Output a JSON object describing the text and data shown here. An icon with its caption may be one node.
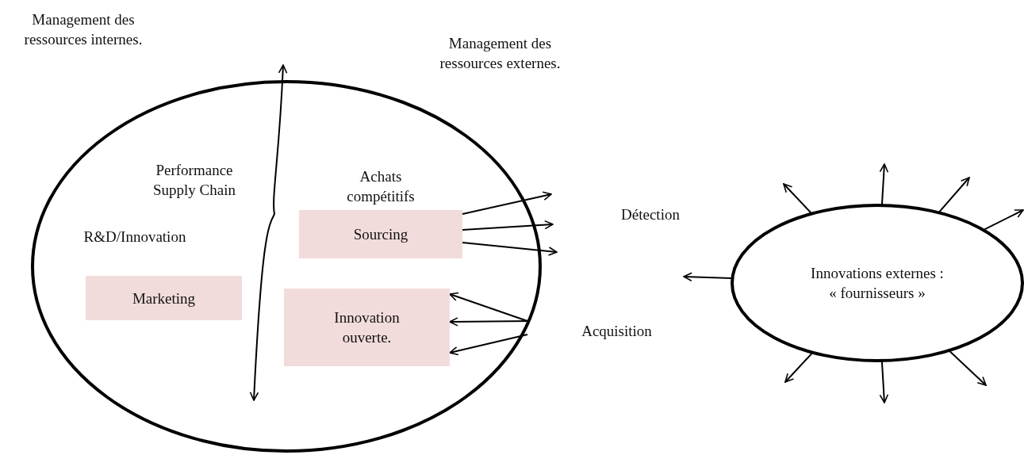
{
  "diagram": {
    "nodes": [
      {
        "text": [],
        "shape": "ellipse"
      },
      {
        "text": [
          "Sourcing"
        ],
        "in": 0
      },
      {
        "text": [
          "Marketing"
        ],
        "in": 0
      },
      {
        "text": [
          "Innovation ouverte."
        ],
        "in": 0
      },
      {
        "text": [
          "Innovations externes : « fournisseurs »"
        ]
      }
    ],
    "edges": [
      {
        "from": 1,
        "to": null,
        "arrow": "to"
      },
      {
        "from": 1,
        "to": null,
        "arrow": "to"
      },
      {
        "from": 1,
        "to": null,
        "arrow": "to"
      },
      {
        "from": null,
        "to": 3,
        "arrow": "to"
      },
      {
        "from": null,
        "to": 3,
        "arrow": "to"
      },
      {
        "from": null,
        "to": 3,
        "arrow": "to"
      },
      {
        "from": 4,
        "to": null,
        "arrow": "to"
      },
      {
        "from": 4,
        "to": null,
        "arrow": "to"
      },
      {
        "from": 4,
        "to": null,
        "arrow": "to"
      },
      {
        "from": 4,
        "to": null,
        "arrow": "to"
      },
      {
        "from": 4,
        "to": null,
        "arrow": "to"
      },
      {
        "from": 4,
        "to": null,
        "arrow": "to"
      },
      {
        "from": 4,
        "to": null,
        "arrow": "to"
      },
      {
        "from": 4,
        "to": null,
        "arrow": "to"
      }
    ],
    "labels": [
      "Management des ressources internes.",
      "Management des ressources externes.",
      "Performance Supply Chain",
      "Achats compétitifs",
      "Détection",
      "R&D/Innovation",
      "Acquisition"
    ]
  }
}
